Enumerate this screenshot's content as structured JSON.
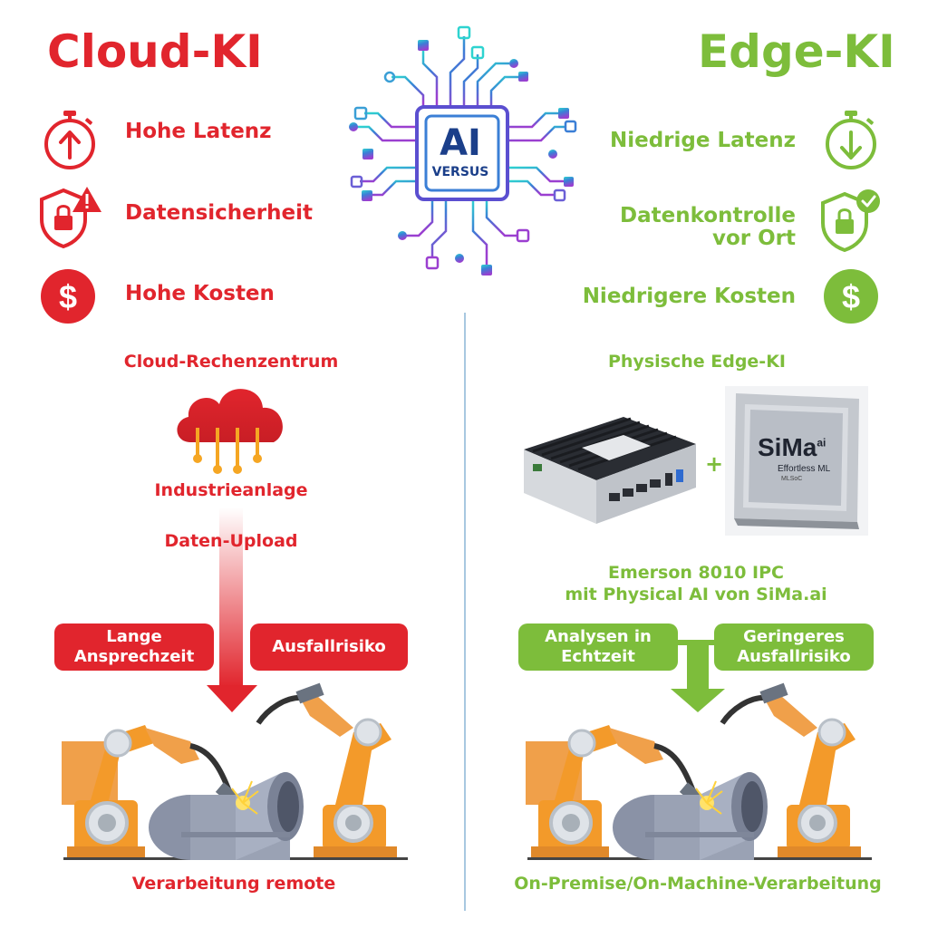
{
  "left": {
    "title": "Cloud-KI",
    "features": [
      "Hohe Latenz",
      "Datensicherheit",
      "Hohe Kosten"
    ],
    "section_label": "Cloud-Rechenzentrum",
    "cloud_caption": "Industrieanlage",
    "upload_label": "Daten-Upload",
    "pill_left": "Lange\nAnsprechzeit",
    "pill_right": "Ausfallrisiko",
    "bottom_label": "Verarbeitung remote",
    "color": "#e1252d"
  },
  "center": {
    "chip_big": "AI",
    "chip_small": "VERSUS"
  },
  "right": {
    "title": "Edge-KI",
    "features": [
      "Niedrige Latenz",
      "Datenkontrolle\nvor Ort",
      "Niedrigere Kosten"
    ],
    "section_label": "Physische Edge-KI",
    "plus": "+",
    "chip_brand": "SiMa",
    "chip_brand_sup": "ai",
    "chip_sub1": "Effortless ML",
    "chip_sub2": "MLSoC",
    "device_caption": "Emerson 8010 IPC\nmit Physical AI von SiMa.ai",
    "pill_left": "Analysen in\nEchtzeit",
    "pill_right": "Geringeres\nAusfallrisiko",
    "bottom_label": "On-Premise/On-Machine-Verarbeitung",
    "color": "#7dbd3b"
  },
  "icons": {
    "left": [
      "stopwatch-up-icon",
      "shield-lock-warning-icon",
      "dollar-circle-icon"
    ],
    "right": [
      "stopwatch-down-icon",
      "shield-lock-check-icon",
      "dollar-circle-icon"
    ]
  }
}
